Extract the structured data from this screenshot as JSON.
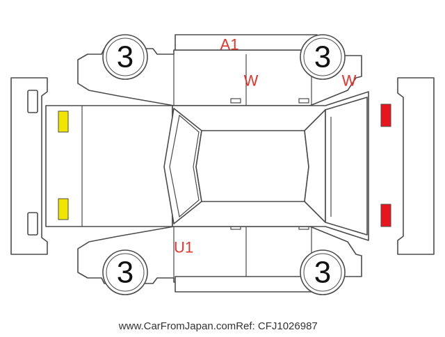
{
  "colors": {
    "damage_text": "#e8332a",
    "front_light": "#f2e600",
    "rear_light": "#e8141e",
    "outline": "#4a4a4a"
  },
  "wheels": {
    "front_left": "3",
    "rear_left": "3",
    "front_right": "3",
    "rear_right": "3"
  },
  "damage_marks": {
    "roof_edge": "A1",
    "upper_door": "W",
    "upper_rear_fender": "W",
    "lower_front_door": "U1"
  },
  "footer": {
    "site": "www.CarFromJapan.com",
    "ref": "Ref: CFJ1026987"
  }
}
